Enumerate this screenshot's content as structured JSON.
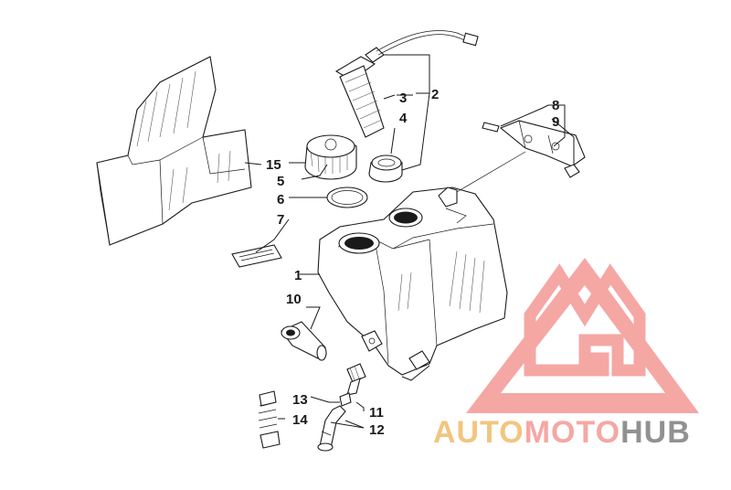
{
  "callouts": {
    "c1": "1",
    "c2": "2",
    "c3": "3",
    "c4": "4",
    "c5": "5",
    "c6": "6",
    "c7": "7",
    "c8": "8",
    "c9": "9",
    "c10": "10",
    "c11": "11",
    "c12": "12",
    "c13": "13",
    "c14": "14",
    "c15": "15"
  },
  "watermark": {
    "part1": "AUTO",
    "part2": "MOTO",
    "part3": "HUB",
    "color_auto": "#f2c27a",
    "color_moto": "#f5a3a0",
    "color_hub": "#8c8c8c",
    "color_triangle": "#f5a3a0"
  }
}
